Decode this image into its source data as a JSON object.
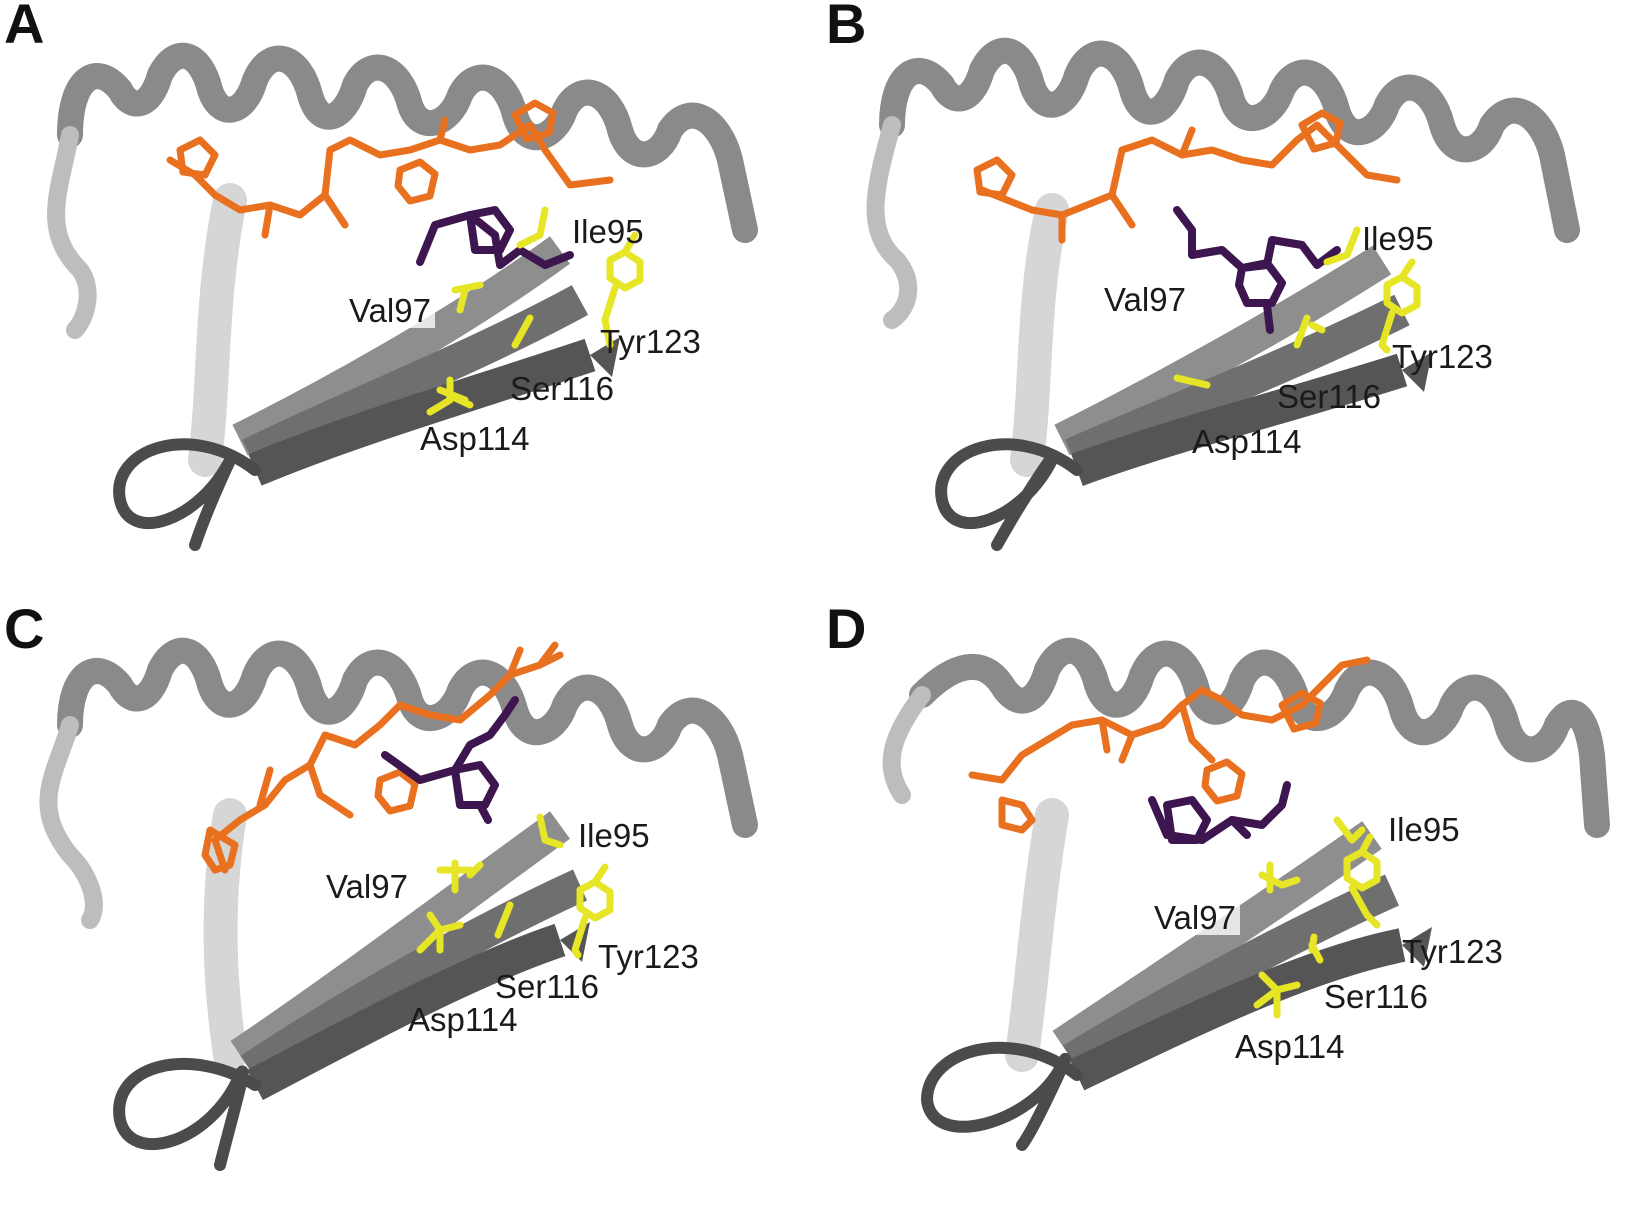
{
  "panels": [
    {
      "letter": "A",
      "residues": {
        "ile95": "Ile95",
        "val97": "Val97",
        "tyr123": "Tyr123",
        "ser116": "Ser116",
        "asp114": "Asp114"
      }
    },
    {
      "letter": "B",
      "residues": {
        "ile95": "Ile95",
        "val97": "Val97",
        "tyr123": "Tyr123",
        "ser116": "Ser116",
        "asp114": "Asp114"
      }
    },
    {
      "letter": "C",
      "residues": {
        "ile95": "Ile95",
        "val97": "Val97",
        "tyr123": "Tyr123",
        "ser116": "Ser116",
        "asp114": "Asp114"
      }
    },
    {
      "letter": "D",
      "residues": {
        "ile95": "Ile95",
        "val97": "Val97",
        "tyr123": "Tyr123",
        "ser116": "Ser116",
        "asp114": "Asp114"
      }
    }
  ],
  "colors": {
    "protein_ribbon": "#5a5a5a",
    "peptide": "#e8701f",
    "ligand": "#3d1650",
    "residue_sidechain": "#e6e626",
    "background": "#ffffff"
  }
}
